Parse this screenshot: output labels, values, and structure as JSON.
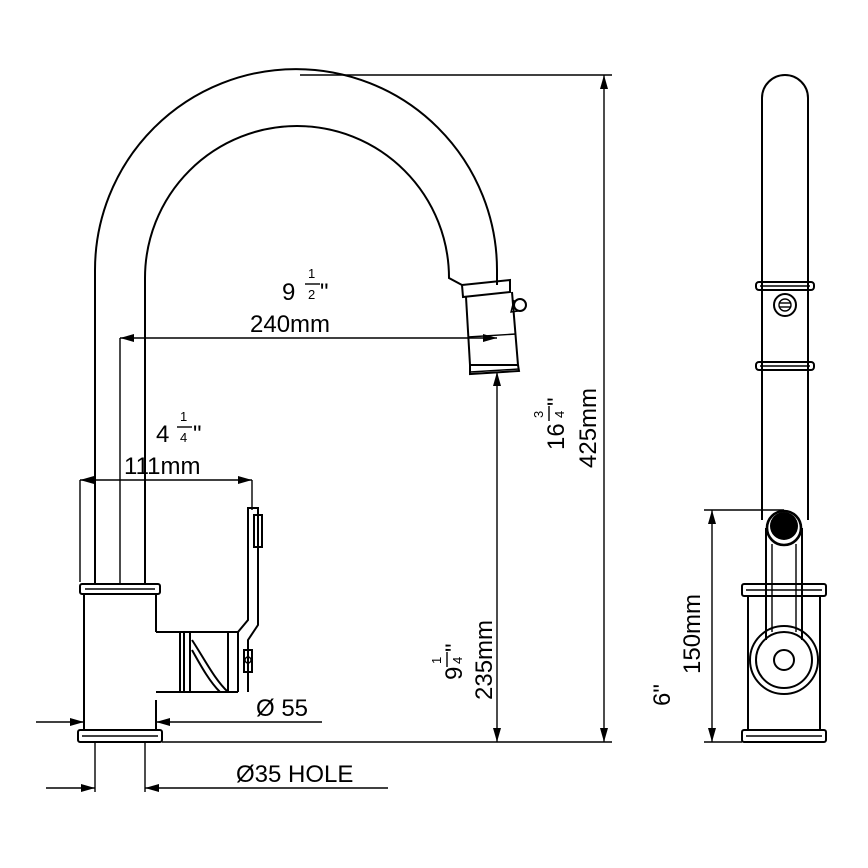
{
  "dimensions": {
    "spout_reach": {
      "inch_whole": "9",
      "inch_num": "1",
      "inch_den": "2",
      "inch_mark": "\"",
      "metric": "240mm"
    },
    "body_depth": {
      "inch_whole": "4",
      "inch_num": "1",
      "inch_den": "4",
      "inch_mark": "\"",
      "metric": "111mm"
    },
    "overall_height": {
      "inch_whole": "16",
      "inch_num": "3",
      "inch_den": "4",
      "inch_mark": "\"",
      "metric": "425mm"
    },
    "spout_height": {
      "inch_whole": "9",
      "inch_num": "1",
      "inch_den": "4",
      "inch_mark": "\"",
      "metric": "235mm"
    },
    "lever_height": {
      "inch": "6\"",
      "metric": "150mm"
    },
    "base_diameter": "Ø 55",
    "hole_diameter": "Ø35 HOLE"
  }
}
